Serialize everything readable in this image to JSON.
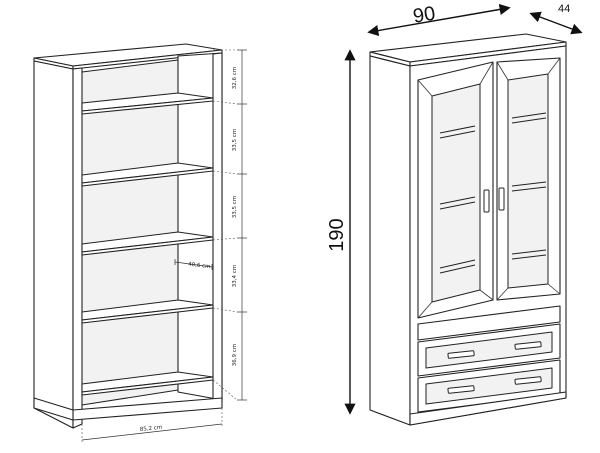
{
  "left_diagram": {
    "shelf_heights": [
      "32,6 cm",
      "33,5 cm",
      "33,5 cm",
      "33,4 cm",
      "36,9 cm"
    ],
    "depth_label": "40,6 cm",
    "width_label": "85,2 cm"
  },
  "right_diagram": {
    "width": "90",
    "depth": "44",
    "height": "190"
  }
}
